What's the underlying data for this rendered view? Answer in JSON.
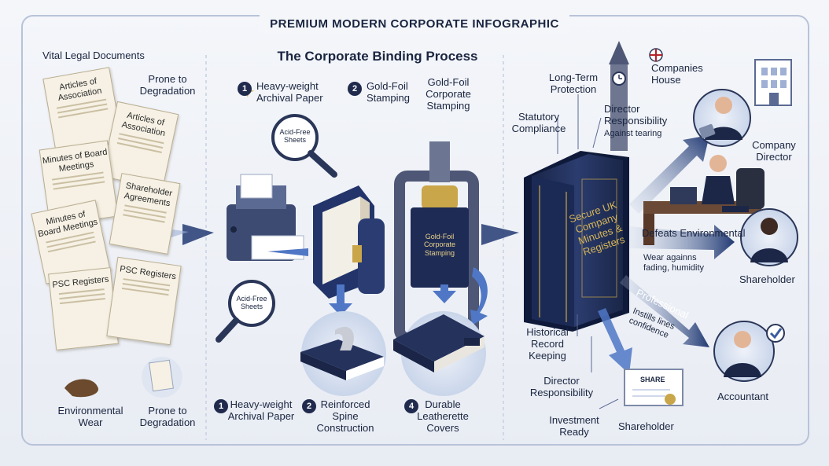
{
  "header": {
    "title": "PREMIUM MODERN CORPORATE INFOGRAPHIC"
  },
  "section_title": "The Corporate Binding Process",
  "left_panel": {
    "heading": "Vital Legal Documents",
    "prone_top": "Prone to Degradation",
    "documents": [
      {
        "label": "Articles of Association"
      },
      {
        "label": "Articles of Association"
      },
      {
        "label": "Minutes of Board Meetings"
      },
      {
        "label": "Shareholder Agreements"
      },
      {
        "label": "Minutes of Board Meetings"
      },
      {
        "label": "PSC Registers"
      },
      {
        "label": "PSC Registers"
      }
    ],
    "environmental_wear": "Environmental Wear",
    "prone_bottom": "Prone to Degradation"
  },
  "process": {
    "step1_top": {
      "num": "1",
      "label": "Heavy-weight Archival Paper"
    },
    "step2_top": {
      "num": "2",
      "label": "Gold-Foil Stamping"
    },
    "gold_foil_corporate": "Gold-Foil Corporate Stamping",
    "acid_free_top": "Acid-Free Sheets",
    "acid_free_bottom": "Acid-Free Sheets",
    "press_label": "Gold-Foil Corporate Stamping",
    "step1_bottom": {
      "num": "1",
      "label": "Heavy-weight Archival Paper"
    },
    "step2_bottom": {
      "num": "2",
      "label": "Reinforced Spine Construction"
    },
    "step4_bottom": {
      "num": "4",
      "label": "Durable Leatherette Covers"
    }
  },
  "outcome": {
    "book_title": "Secure UK Company Minutes & Registers",
    "long_term_protection": "Long-Term Protection",
    "companies_house": "Companies House",
    "statutory_compliance": "Statutory Compliance",
    "director_responsibility_top": "Director Responsibility",
    "against_tearing": "Against tearing",
    "defeats_environmental": "Defeats Environmental",
    "wear_against": "Wear againns fading, humidity",
    "professional": "Professional",
    "instills": "Instills lines confidence",
    "historical_record": "Historical Record Keeping",
    "director_responsibility_bottom": "Director Responsibility",
    "investment_ready": "Investment Ready",
    "share_cert": "SHARE",
    "shareholder_bottom": "Shareholder"
  },
  "roles": [
    {
      "label": "Company Director"
    },
    {
      "label": "Shareholder"
    },
    {
      "label": "Accountant"
    }
  ],
  "colors": {
    "navy": "#1f2a4d",
    "gold": "#c9a64a",
    "accent_blue": "#3a5ba0",
    "paper": "#f3ecd9"
  }
}
